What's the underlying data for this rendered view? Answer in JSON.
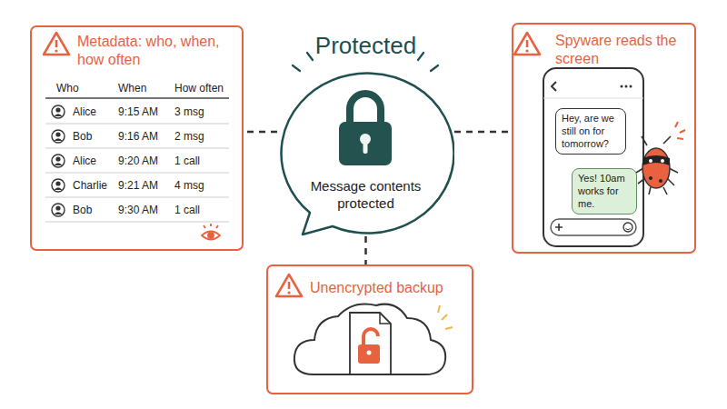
{
  "diagram": {
    "nodes": [
      {
        "text": [
          "Metadata: who, when, how often"
        ]
      },
      {
        "text": [
          "Protected",
          "Message contents protected"
        ]
      },
      {
        "text": [
          "Spyware reads the screen"
        ]
      },
      {
        "text": [
          "Hey, are we still on for tomorrow?"
        ],
        "in": 2
      },
      {
        "text": [
          "Yes! 10am works for me."
        ],
        "in": 2
      },
      {
        "text": [
          "Unencrypted backup"
        ]
      }
    ],
    "edges": [
      {
        "from": 1,
        "to": 0,
        "arrow": "none"
      },
      {
        "from": 1,
        "to": 2,
        "arrow": "none"
      },
      {
        "from": 1,
        "to": 5,
        "arrow": "none"
      }
    ],
    "labels": [
      "Who",
      "When",
      "How often",
      "Alice",
      "9:15 AM",
      "3 msg",
      "Bob",
      "9:16 AM",
      "2 msg",
      "Alice",
      "9:20 AM",
      "1 call",
      "Charlie",
      "9:21 AM",
      "4 msg",
      "Bob",
      "9:30 AM",
      "1 call"
    ]
  }
}
